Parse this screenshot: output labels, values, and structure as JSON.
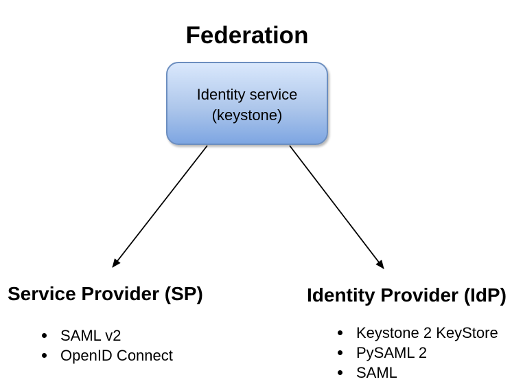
{
  "diagram": {
    "title": "Federation",
    "node": {
      "line1": "Identity service",
      "line2": "(keystone)"
    },
    "sections": {
      "sp": {
        "heading": "Service Provider (SP)",
        "items": [
          "SAML v2",
          "OpenID Connect"
        ]
      },
      "idp": {
        "heading": "Identity Provider (IdP)",
        "items": [
          "Keystone 2 KeyStore",
          "PySAML 2",
          "SAML"
        ]
      }
    },
    "colors": {
      "background": "#ffffff",
      "node_fill_top": "#dae8fc",
      "node_fill_bottom": "#7ea6e2",
      "node_border": "#6c8ebf",
      "arrow": "#000000",
      "text": "#000000"
    }
  }
}
